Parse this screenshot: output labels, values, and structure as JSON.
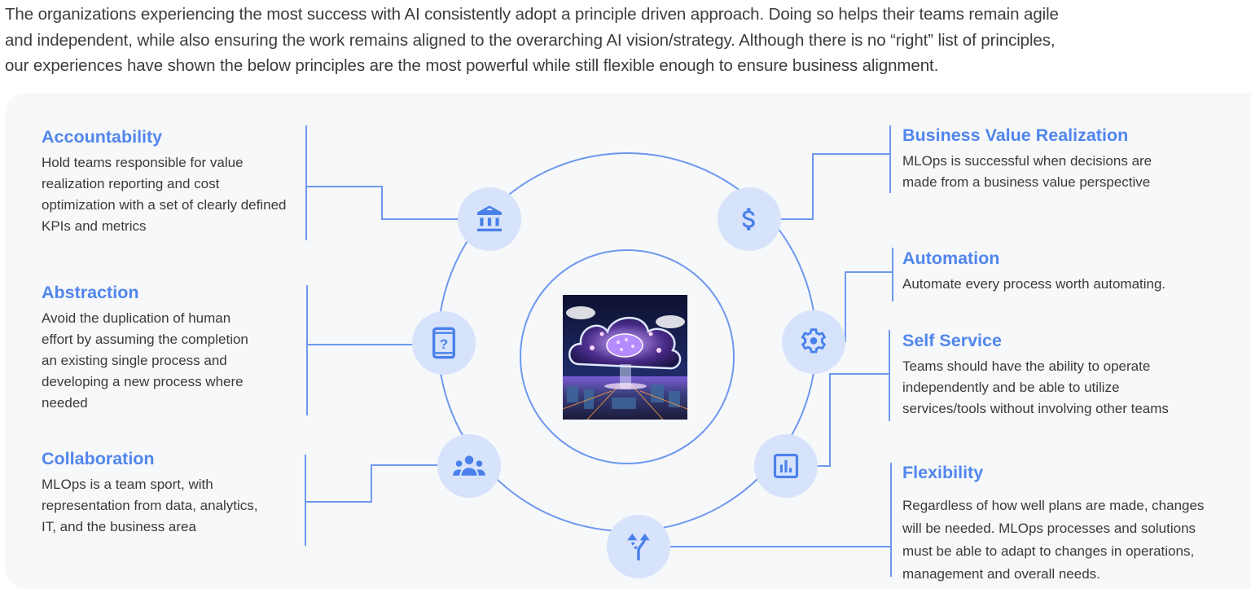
{
  "intro": {
    "lines": [
      "The organizations experiencing the most success with AI consistently adopt a principle driven approach. Doing so helps their teams remain agile",
      "and independent, while also ensuring the work remains aligned to the overarching AI vision/strategy. Although there is no “right” list of principles,",
      "our experiences have shown the below principles are the most powerful while still flexible enough to ensure business alignment."
    ]
  },
  "diagram": {
    "accent_color": "#5186ec",
    "node_fill": "#d7e3fb",
    "center_image": "ai-cloud-brain-city-illustration",
    "principles": [
      {
        "title": "Accountability",
        "icon": "bank-icon",
        "lines": [
          "Hold teams responsible for value",
          "realization reporting and cost",
          "optimization with a set of clearly defined",
          "KPIs and metrics"
        ]
      },
      {
        "title": "Abstraction",
        "icon": "phone-question-icon",
        "lines": [
          "Avoid the duplication of human",
          "effort by assuming the completion",
          "an existing single process and",
          "developing a new process where",
          "needed"
        ]
      },
      {
        "title": "Collaboration",
        "icon": "groups-icon",
        "lines": [
          "MLOps is a team sport, with",
          "representation from data, analytics,",
          "IT, and the business area"
        ]
      },
      {
        "title": "Business Value Realization",
        "icon": "dollar-icon",
        "lines": [
          "MLOps is successful when decisions are",
          "made from a business value perspective"
        ]
      },
      {
        "title": "Automation",
        "icon": "gear-icon",
        "lines": [
          "Automate every process worth automating."
        ]
      },
      {
        "title": "Self Service",
        "icon": "bar-chart-icon",
        "lines": [
          "Teams should have the ability to operate",
          "independently and be able to utilize",
          "services/tools without involving other teams"
        ]
      },
      {
        "title": "Flexibility",
        "icon": "fork-arrows-icon",
        "lines": [
          "Regardless of how well plans are made, changes",
          "will be needed. MLOps processes and solutions",
          "must be able to adapt to changes in operations,",
          "management and overall needs."
        ]
      }
    ]
  }
}
